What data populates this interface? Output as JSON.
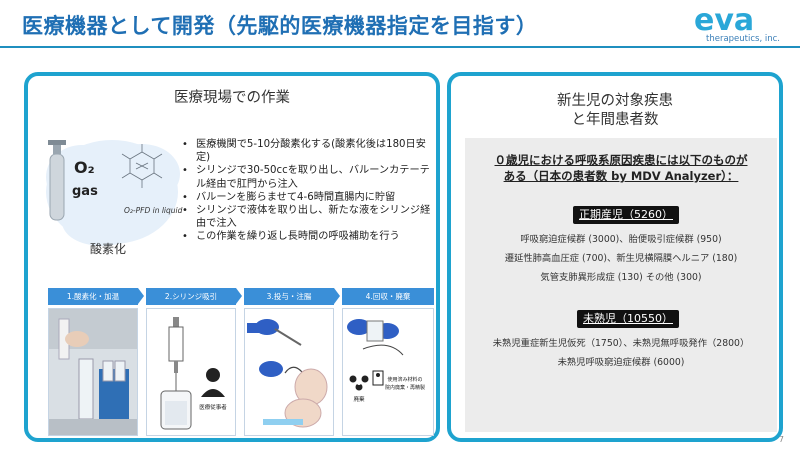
{
  "slide": {
    "title": "医療機器として開発（先駆的医療機器指定を目指す）",
    "logo_text": "eva",
    "logo_sub": "therapeutics, inc.",
    "accent": "#1ea3cf",
    "title_color": "#1f6fb4"
  },
  "left_panel": {
    "title": "医療現場での作業",
    "o2_label": "O₂",
    "gas_label": "gas",
    "pfd_label": "O₂-PFD in liquid",
    "oxy_caption": "酸素化",
    "bullets": [
      "医療機関で5-10分酸素化する(酸素化後は180日安定)",
      "シリンジで30-50ccを取り出し、バルーンカテーテル経由で肛門から注入",
      "バルーンを膨らませて4-6時間直腸内に貯留",
      "シリンジで液体を取り出し、新たな液をシリンジ経由で注入",
      "この作業を繰り返し長時間の呼吸補助を行う"
    ],
    "steps": [
      {
        "label": "1.酸素化・加温"
      },
      {
        "label": "2.シリンジ吸引"
      },
      {
        "label": "3.投与・注腸"
      },
      {
        "label": "4.回収・廃棄"
      }
    ],
    "step2_caption": "医療従事者",
    "step4_caption_1": "使用済み材料の",
    "step4_caption_2": "院内廃棄・再精製",
    "step4_waste": "廃棄"
  },
  "right_panel": {
    "title_line1": "新生児の対象疾患",
    "title_line2": "と年間患者数",
    "heading_line1": "０歳児における呼吸系原因疾患には以下のものが",
    "heading_line2": "ある（日本の患者数 by MDV Analyzer）：",
    "term_label": "正期産児（5260）",
    "term_lines": [
      "呼吸窮迫症候群 (3000)、胎便吸引症候群 (950)",
      "遷延性肺高血圧症 (700)、新生児横隔膜ヘルニア (180)",
      "気管支肺異形成症 (130) その他 (300)"
    ],
    "preterm_label": "未熟児（10550）",
    "preterm_lines": [
      "未熟児重症新生児仮死（1750）、未熟児無呼吸発作（2800）",
      "未熟児呼吸窮迫症候群 (6000)"
    ]
  },
  "page_number": "7"
}
